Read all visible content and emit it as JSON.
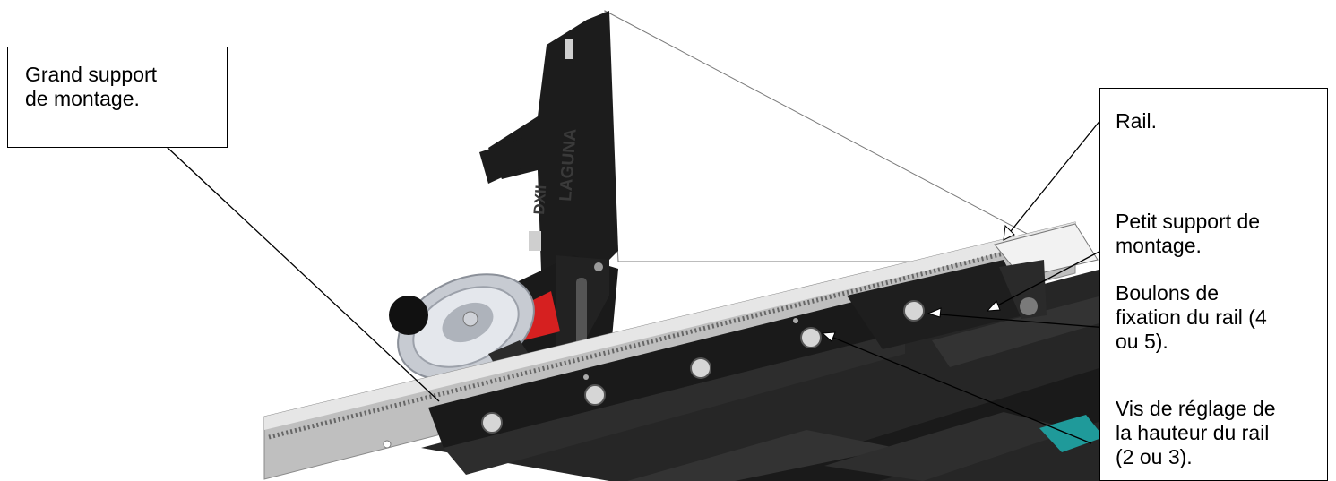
{
  "callouts": {
    "grand_support": "Grand support\nde montage.",
    "rail": "Rail.",
    "petit_support": "Petit support de\nmontage.",
    "boulons": "Boulons de\nfixation du rail (4\nou 5).",
    "vis": "Vis de réglage de\nla hauteur du rail\n(2 ou 3)."
  },
  "branding": {
    "fence_logo_text": "LAGUNA",
    "fence_model_text": "DXII"
  },
  "colors": {
    "fence_body": "#1c1c1c",
    "rail_silver": "#bfbfbf",
    "rail_highlight": "#e6e6e6",
    "bracket_black": "#1a1a1a",
    "table_dark": "#262626",
    "lock_red": "#d62020",
    "accent_teal": "#1f9a9a",
    "handwheel_silver": "#d6d9df"
  },
  "icons": {
    "handwheel": "handwheel-icon",
    "knob": "knob-icon",
    "lock": "lock-lever-icon",
    "bolt": "hex-bolt-icon"
  }
}
